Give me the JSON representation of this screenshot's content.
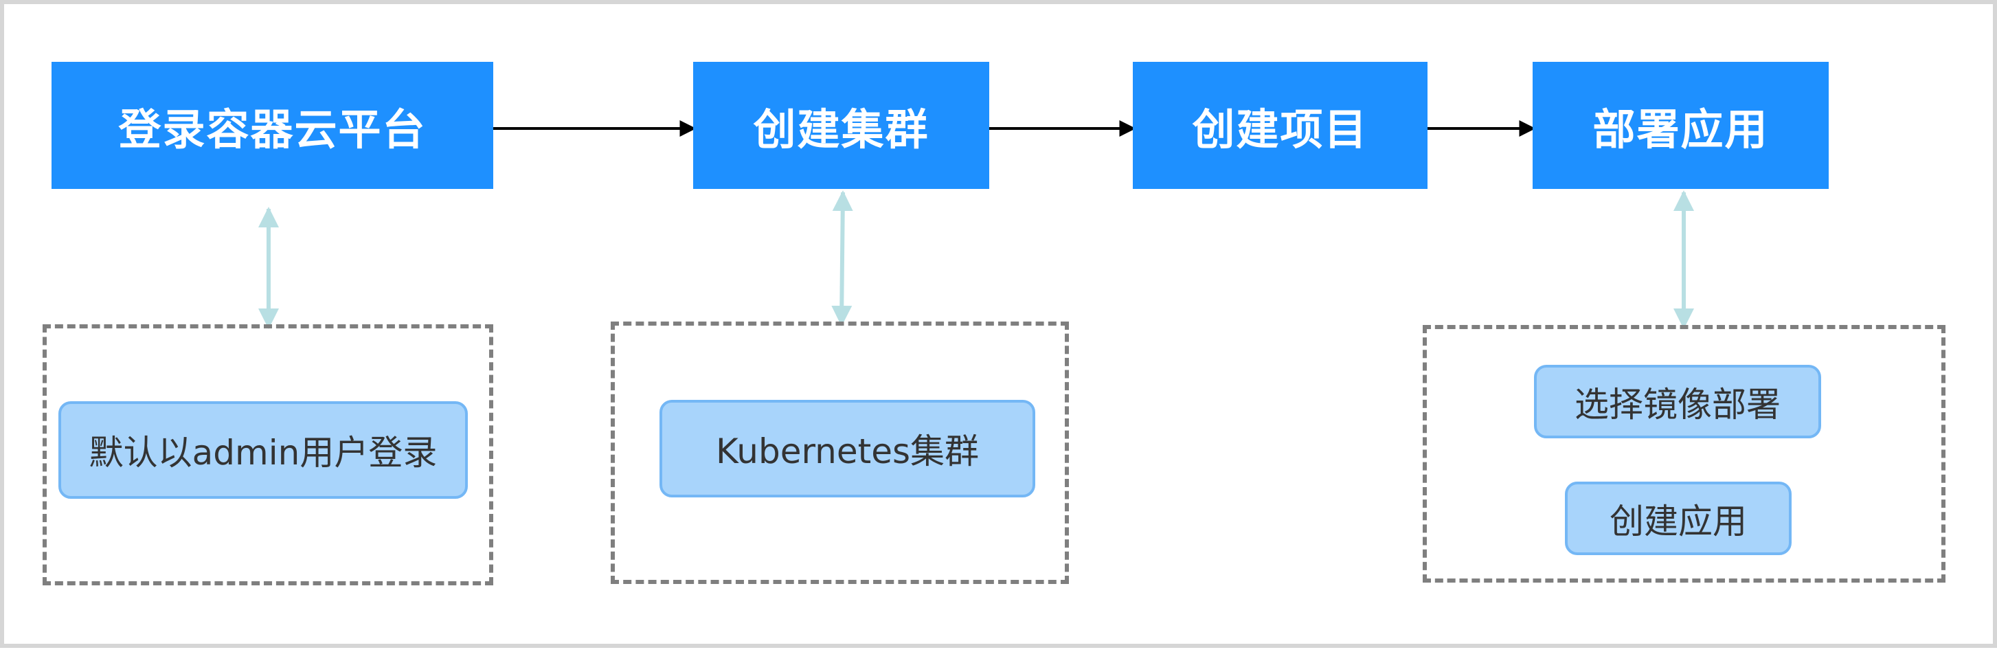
{
  "diagram": {
    "steps": [
      {
        "label": "登录容器云平台"
      },
      {
        "label": "创建集群"
      },
      {
        "label": "创建项目"
      },
      {
        "label": "部署应用"
      }
    ],
    "notes": [
      {
        "label": "默认以admin用户登录"
      },
      {
        "label": "Kubernetes集群"
      },
      {
        "label": "选择镜像部署"
      },
      {
        "label": "创建应用"
      }
    ],
    "colors": {
      "step_fill": "#1e90ff",
      "note_fill": "#a8d4fb",
      "note_border": "#74b7f5",
      "flow_arrow": "#000000",
      "link_arrow": "#b8dfe3",
      "group_border": "#7f7f7f"
    }
  }
}
